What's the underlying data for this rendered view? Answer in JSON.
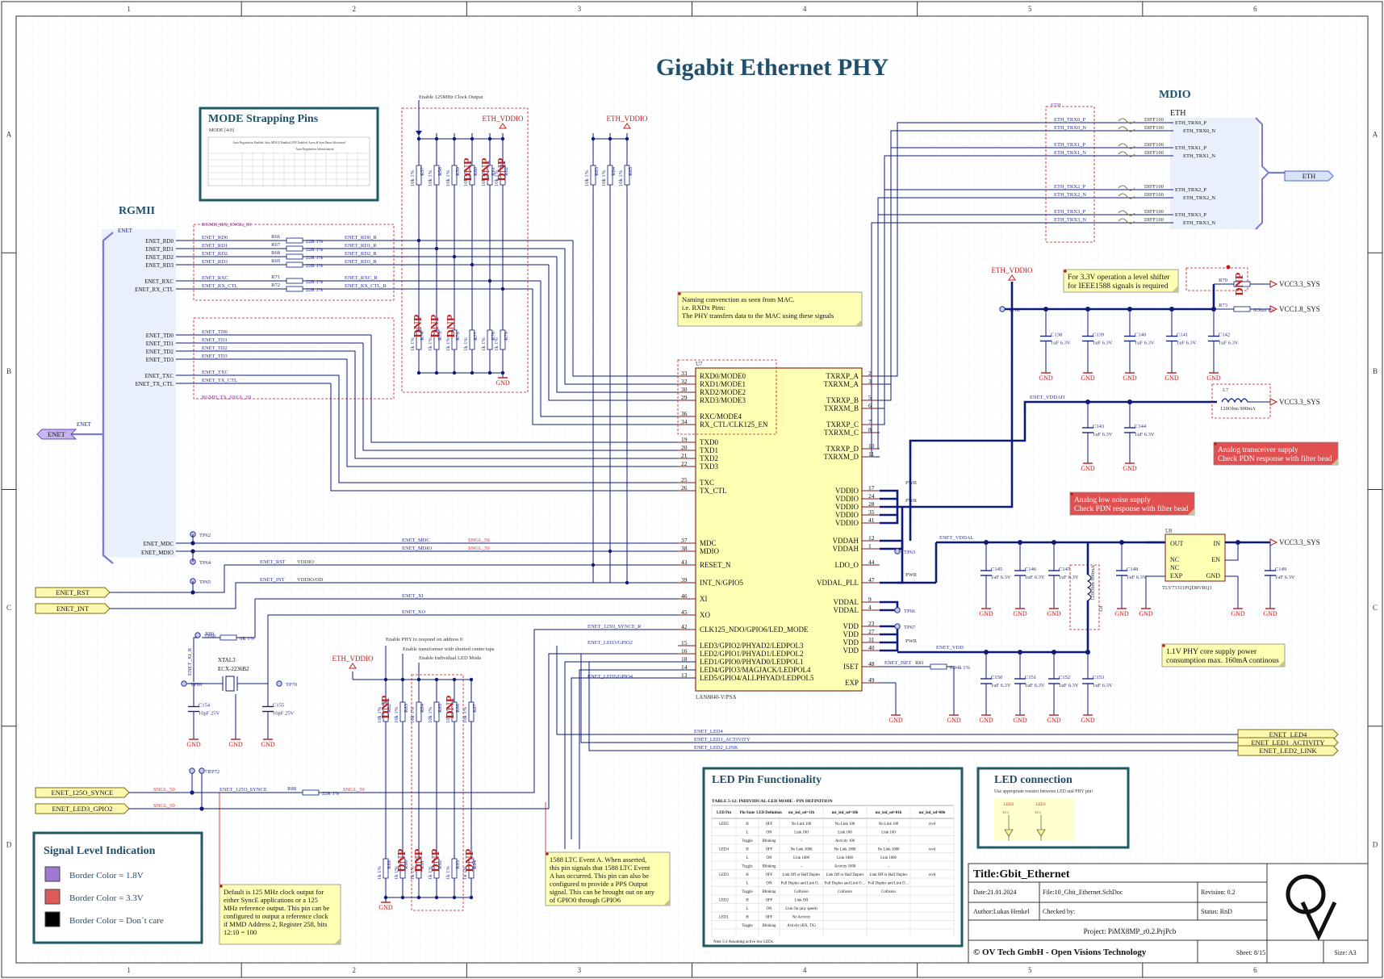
{
  "title": "Gigabit Ethernet PHY",
  "border": {
    "cols": [
      "1",
      "2",
      "3",
      "4",
      "5",
      "6"
    ],
    "rows": [
      "A",
      "B",
      "C",
      "D"
    ]
  },
  "sections": {
    "mode": "MODE Strapping Pins",
    "mode_sub": "MODE [4:0]",
    "rgmii": "RGMII",
    "mdio": "MDIO",
    "eth_hdr": "ETH",
    "enet_hdr": "ENET",
    "rgmii_rx": "RGMII_RX_SNGL_50",
    "rgmii_tx": "RGMII_TX_SNGL_50"
  },
  "left_ports": {
    "enet": "ENET",
    "enet_port_lbl": "ENET",
    "rst": "ENET_RST",
    "int": "ENET_INT",
    "sync": "ENET_125O_SYNCE",
    "led3": "ENET_LED3_GPIO2"
  },
  "rgmii_rx": [
    {
      "net": "ENET_RD0",
      "lbl": "ENET_RD0",
      "r": "R66",
      "v": "22R 1%",
      "o": "ENET_RD0_R"
    },
    {
      "net": "ENET_RD1",
      "lbl": "ENET_RD1",
      "r": "R67",
      "v": "22R 1%",
      "o": "ENET_RD1_R"
    },
    {
      "net": "ENET_RD2",
      "lbl": "ENET_RD2",
      "r": "R68",
      "v": "22R 1%",
      "o": "ENET_RD2_R"
    },
    {
      "net": "ENET_RD3",
      "lbl": "ENET_RD3",
      "r": "R69",
      "v": "22R 1%",
      "o": "ENET_RD3_R"
    },
    {
      "net": "ENET_RXC",
      "lbl": "ENET_RXC",
      "r": "R71",
      "v": "22R 1%",
      "o": "ENET_RXC_R"
    },
    {
      "net": "ENET_RX_CTL",
      "lbl": "ENET_RX_CTL",
      "r": "R72",
      "v": "22R 1%",
      "o": "ENET_RX_CTL_R"
    }
  ],
  "rgmii_tx": [
    {
      "net": "ENET_TD0",
      "lbl": "ENET_TD0"
    },
    {
      "net": "ENET_TD1",
      "lbl": "ENET_TD1"
    },
    {
      "net": "ENET_TD2",
      "lbl": "ENET_TD2"
    },
    {
      "net": "ENET_TD3",
      "lbl": "ENET_TD3"
    },
    {
      "net": "ENET_TXC",
      "lbl": "ENET_TXC"
    },
    {
      "net": "ENET_TX_CTL",
      "lbl": "ENET_TX_CTL"
    }
  ],
  "mdc": {
    "net": "ENET_MDC",
    "lbl": "ENET_MDC",
    "lbl2": "SNGL_50"
  },
  "mdio_net": {
    "net": "ENET_MDIO",
    "lbl": "ENET_MDIO",
    "lbl2": "SNGL_50"
  },
  "rst_net": {
    "lbl": "ENET_RST",
    "extra": "VDDIO"
  },
  "int_net": {
    "lbl": "ENET_INT",
    "extra": "VDDIO/OD"
  },
  "xi": "ENET_XI",
  "xo": "ENET_XO",
  "xi_r": "ENET_XI_R",
  "tp_labels": [
    "TP62",
    "TP64",
    "TP65",
    "TP68",
    "TP69",
    "TP70",
    "TP71",
    "TP72",
    "TP61",
    "TP63",
    "TP66",
    "TP67"
  ],
  "xtal": {
    "ref": "XTAL3",
    "part": "ECX-2236B2",
    "c1": "C154",
    "c1v": "10pF 25V",
    "c2": "C155",
    "c2v": "10pF 25V",
    "r": "R80",
    "rv": "0R 1%"
  },
  "note_clock": "Enable 125MHz Clock Output",
  "eth_vddio": "ETH_VDDIO",
  "strap_res_top": [
    "R57",
    "R58",
    "R59",
    "R60",
    "R61",
    "R62"
  ],
  "strap_res_top_v": [
    "10k 1%",
    "10k 1%",
    "10k 1%",
    "10k 1%",
    "10k 1%",
    "10k 1%"
  ],
  "pull_top": [
    "R63",
    "R64",
    "R65"
  ],
  "pull_top_v": [
    "10k 1%",
    "10k 1%",
    "10k 1%"
  ],
  "strap_res_bot": [
    "R74",
    "R75",
    "R76",
    "R77",
    "R78",
    "R79"
  ],
  "strap_res_bot_v": [
    "1k 1%",
    "1k 1%",
    "1k 1%",
    "1k 1%",
    "1k 1%",
    "1k 1%"
  ],
  "dnp": "DNP",
  "gnd": "GND",
  "naming_note": [
    "Naming convenction as seen from MAC.",
    "i.e. RXDx Pins:",
    "The PHY transfers data to the MAC using these signals"
  ],
  "ic": {
    "ref": "U7",
    "part": "LAN8840-V/PSA",
    "left_pins": [
      {
        "n": "33",
        "name": "RXD0/MODE0"
      },
      {
        "n": "32",
        "name": "RXD1/MODE1"
      },
      {
        "n": "30",
        "name": "RXD2/MODE2"
      },
      {
        "n": "29",
        "name": "RXD3/MODE3"
      },
      {
        "n": "36",
        "name": "RXC/MODE4"
      },
      {
        "n": "34",
        "name": "RX_CTL/CLK125_EN"
      },
      {
        "n": "19",
        "name": "TXD0"
      },
      {
        "n": "20",
        "name": "TXD1"
      },
      {
        "n": "21",
        "name": "TXD2"
      },
      {
        "n": "22",
        "name": "TXD3"
      },
      {
        "n": "25",
        "name": "TXC"
      },
      {
        "n": "26",
        "name": "TX_CTL"
      },
      {
        "n": "37",
        "name": "MDC"
      },
      {
        "n": "38",
        "name": "MDIO"
      },
      {
        "n": "43",
        "name": "RESET_N"
      },
      {
        "n": "39",
        "name": "INT_N/GPIO5"
      },
      {
        "n": "46",
        "name": "XI"
      },
      {
        "n": "45",
        "name": "XO"
      },
      {
        "n": "42",
        "name": "CLK125_NDO/GPIO6/LED_MODE"
      },
      {
        "n": "15",
        "name": "LED3/GPIO2/PHYAD2/LEDPOL3"
      },
      {
        "n": "16",
        "name": "LED2/GPIO1/PHYAD1/LEDPOL2"
      },
      {
        "n": "18",
        "name": "LED1/GPIO0/PHYAD0/LEDPOL1"
      },
      {
        "n": "14",
        "name": "LED4/GPIO3/MAGJACK/LEDPOL4"
      },
      {
        "n": "13",
        "name": "LED5/GPIO4/ALLPHYAD/LEDPOL5"
      }
    ],
    "right_pins": [
      {
        "n": "2",
        "name": "TXRXP_A"
      },
      {
        "n": "3",
        "name": "TXRXM_A"
      },
      {
        "n": "5",
        "name": "TXRXP_B"
      },
      {
        "n": "6",
        "name": "TXRXM_B"
      },
      {
        "n": "7",
        "name": "TXRXP_C"
      },
      {
        "n": "8",
        "name": "TXRXM_C"
      },
      {
        "n": "10",
        "name": "TXRXP_D"
      },
      {
        "n": "11",
        "name": "TXRXM_D"
      },
      {
        "n": "17",
        "name": "VDDIO"
      },
      {
        "n": "24",
        "name": "VDDIO"
      },
      {
        "n": "28",
        "name": "VDDIO"
      },
      {
        "n": "35",
        "name": "VDDIO"
      },
      {
        "n": "41",
        "name": "VDDIO"
      },
      {
        "n": "12",
        "name": "VDDAH"
      },
      {
        "n": "1",
        "name": "VDDAH"
      },
      {
        "n": "44",
        "name": "LDO_O"
      },
      {
        "n": "47",
        "name": "VDDAL_PLL"
      },
      {
        "n": "9",
        "name": "VDDAL"
      },
      {
        "n": "4",
        "name": "VDDAL"
      },
      {
        "n": "23",
        "name": "VDD"
      },
      {
        "n": "27",
        "name": "VDD"
      },
      {
        "n": "31",
        "name": "VDD"
      },
      {
        "n": "40",
        "name": "VDD"
      },
      {
        "n": "48",
        "name": "ISET"
      },
      {
        "n": "49",
        "name": "EXP"
      }
    ]
  },
  "eth_pairs": [
    {
      "a": "ETH_TRX0_P",
      "b": "ETH_TRX0_N"
    },
    {
      "a": "ETH_TRX1_P",
      "b": "ETH_TRX1_N"
    },
    {
      "a": "ETH_TRX2_P",
      "b": "ETH_TRX2_N"
    },
    {
      "a": "ETH_TRX3_P",
      "b": "ETH_TRX3_N"
    }
  ],
  "diff": "DIFF100",
  "eth_port": "ETH",
  "power": {
    "eth_vddio": "ETH_VDDIO",
    "vcc33": "VCC3.3_SYS",
    "vcc18": "VCC1.8_SYS",
    "r70": "R70",
    "r73": "R73",
    "r73v": "0Ohm 1%",
    "note_shifter": [
      "For 3.3V operation a level shifter",
      "for IEEE1588 signals is required"
    ],
    "caps_io": [
      {
        "r": "C138",
        "v": "1uF 6.3V"
      },
      {
        "r": "C139",
        "v": "1uF 6.3V"
      },
      {
        "r": "C140",
        "v": "1uF 6.3V"
      },
      {
        "r": "C141",
        "v": "1uF 6.3V"
      },
      {
        "r": "C142",
        "v": "1uF 6.3V"
      }
    ],
    "vddah": "ENET_VDDAH",
    "l7": "L7",
    "l7v": "120Ohm 900mA",
    "caps_ah": [
      {
        "r": "C143",
        "v": "1uF 6.3V"
      },
      {
        "r": "C144",
        "v": "1uF 6.3V"
      }
    ],
    "note_analog_tx": [
      "Analog transceiver supply",
      "Check PDN response with filter bead"
    ],
    "note_analog_ln": [
      "Analog low noise supply",
      "Check PDN response with filter bead"
    ],
    "vddal": "ENET_VDDAL",
    "vdd": "ENET_VDD",
    "pwr": "PWR",
    "caps_al": [
      {
        "r": "C145",
        "v": "1uF 6.3V"
      },
      {
        "r": "C146",
        "v": "1uF 6.3V"
      },
      {
        "r": "C147",
        "v": "1uF 6.3V"
      },
      {
        "r": "C148",
        "v": "1uF 6.3V"
      }
    ],
    "l8": "L8",
    "l8v": "120Ohm 900mA",
    "u8": "U8",
    "u8part": "TLV73311PQDRVRQ1",
    "u8pins": [
      "OUT",
      "IN",
      "EN",
      "NC",
      "NC",
      "EXP",
      "GND"
    ],
    "c149": "C149",
    "c149v": "1uF 6.3V",
    "caps_vdd": [
      {
        "r": "C150",
        "v": "1uF 6.3V"
      },
      {
        "r": "C151",
        "v": "1uF 6.3V"
      },
      {
        "r": "C152",
        "v": "1uF 6.3V"
      },
      {
        "r": "C153",
        "v": "1uF 6.3V"
      }
    ],
    "note_core": [
      "1.1V PHY core supply power",
      "consumption max. 160mA continous"
    ],
    "r81": "R81",
    "r81v": "6.04k 1%",
    "iset": "ENET_ISET"
  },
  "led_nets": {
    "sync": "ENET_125O_SYNCE_R",
    "led3": "ENET_LED3/GPIO2",
    "led5": "ENET_LED5/GPIO4",
    "led4": "ENET_LED4",
    "led1": "ENET_LED1_ACTIVITY",
    "led2": "ENET_LED2_LINK"
  },
  "led_ports": [
    "ENET_LED4",
    "ENET_LED1_ACTIVITY",
    "ENET_LED2_LINK"
  ],
  "led_notes": [
    "Enable PHY to respond on address 0",
    "Enable transformer with shorted center taps",
    "Enable Individual LED Mode"
  ],
  "led_res_top": [
    "R82",
    "R83",
    "R84",
    "R85",
    "R86",
    "R87"
  ],
  "led_res_bot": [
    "R89",
    "R90",
    "R91",
    "R92",
    "R93",
    "R94"
  ],
  "r88": "R88",
  "r88v": "22R 1%",
  "sngl50": "SNGL_50",
  "sync_lbl": "ENET_125O_SYNCE",
  "note_default": [
    "Default is 125 MHz clock output for",
    "either SyncE applications or a 125",
    "MHz reference output. This pin can be",
    "configured to output a reference clock",
    "if MMD Address 2, Register 258, bits",
    "12:10 = 100"
  ],
  "note_1588": [
    "1588 LTC Event A. When asserted,",
    "this pin signals that 1588 LTC Event",
    "A has occurred. This pin can also be",
    "configured to provide a PPS Output",
    "signal. This can be brought out on any",
    "of GPIO0 through GPIO6"
  ],
  "signal_legend": {
    "title": "Signal Level Indication",
    "items": [
      {
        "label": "Border Color = 1.8V",
        "color": "#9b7ad0"
      },
      {
        "label": "Border Color = 3.3V",
        "color": "#e05a5a"
      },
      {
        "label": "Border Color = Don´t care",
        "color": "#000000"
      }
    ]
  },
  "led_func": {
    "title": "LED Pin Functionality",
    "table_title": "TABLE 5-12:    INDIVIDUAL-LED MODE - PIN DEFINITION",
    "headers": [
      "LED Pin",
      "Pin State",
      "LED Definition",
      "mr_led_sel=11b",
      "mr_led_sel=10b",
      "mr_led_sel=01b",
      "mr_led_sel=00b"
    ],
    "rows": [
      [
        "LED5",
        "H",
        "OFF",
        "No Link 100",
        "No Link 100",
        "No Link 100",
        "rsvd"
      ],
      [
        "",
        "L",
        "ON",
        "Link 100",
        "Link 100",
        "Link 100",
        ""
      ],
      [
        "",
        "Toggle",
        "Blinking",
        "-",
        "Activity 100",
        "-",
        ""
      ],
      [
        "LED4",
        "H",
        "OFF",
        "No Link 1000",
        "No Link 1000",
        "No Link 1000",
        "rsvd"
      ],
      [
        "",
        "L",
        "ON",
        "Link 1000",
        "Link 1000",
        "Link 1000",
        ""
      ],
      [
        "",
        "Toggle",
        "Blinking",
        "-",
        "Activity 1000",
        "-",
        ""
      ],
      [
        "LED3",
        "H",
        "OFF",
        "Link Off or Half Duplex",
        "Link Off or Half Duplex",
        "Link Off or Half Duplex",
        "rsvd"
      ],
      [
        "",
        "L",
        "ON",
        "Full Duplex and Link On (any speed)",
        "Full Duplex and Link On (any speed)",
        "Full Duplex and Link On (any speed)",
        ""
      ],
      [
        "",
        "Toggle",
        "Blinking",
        "Collision",
        "Collision",
        "Collision",
        ""
      ],
      [
        "LED2",
        "H",
        "OFF",
        "Link Off",
        "",
        "",
        ""
      ],
      [
        "",
        "L",
        "ON",
        "Link On (any speed)",
        "",
        "",
        ""
      ],
      [
        "LED1",
        "H",
        "OFF",
        "No Activity",
        "",
        "",
        ""
      ],
      [
        "",
        "Toggle",
        "Blinking",
        "Activity (RX, TX)",
        "",
        "",
        ""
      ]
    ],
    "note": "Note 5-2     Assuming active low LEDs."
  },
  "led_conn": {
    "title": "LED connection",
    "sub": "Use appropriate resistor between LED and PHY pin!",
    "leds": [
      "LED2",
      "LED1"
    ],
    "v": "3V3"
  },
  "titleblock": {
    "title": "Title:Gbit_Ethernet",
    "date": "Date:21.01.2024",
    "file": "File:10_Gbit_Ethernet.SchDoc",
    "rev": "Revision:  0.2",
    "author": "Author:Lukas Henkel",
    "checked": "Checked by:",
    "status": "Status:  RnD",
    "project": "Project: PiMX8MP_r0.2.PrjPcb",
    "copyright": "© OV Tech GmbH - Open Visions Technology",
    "sheet": "Sheet: 8/15",
    "size": "Size: A3"
  },
  "mode_table": {
    "h1": "Auto-Negotiation Enabled, Auto MDI-X Enabled, EEE Enabled, Asym & Sym Pause Advertised",
    "h2": "Auto-Negotiation Advertisement"
  }
}
